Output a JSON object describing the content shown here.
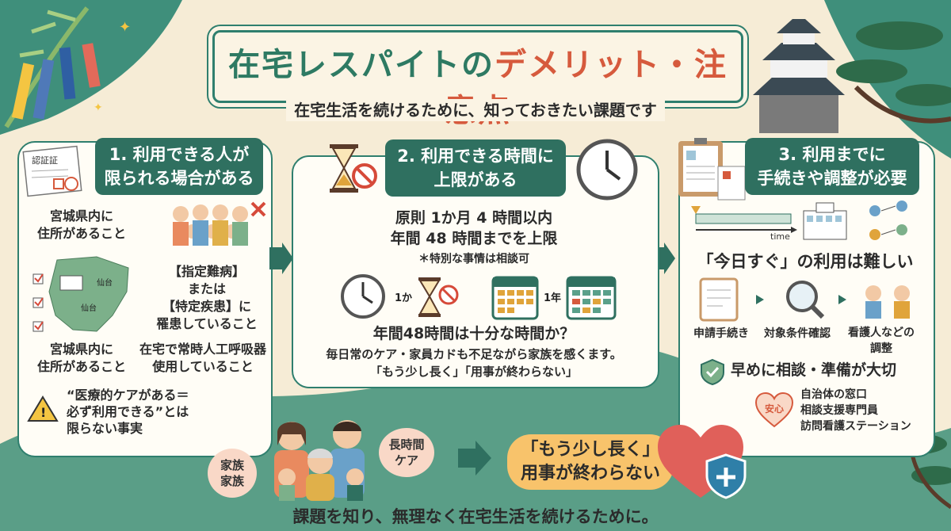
{
  "title": {
    "part1": "在宅レスパイトの",
    "part2": "デメリット・注意点"
  },
  "subtitle": "在宅生活を続けるために、知っておきたい課題です",
  "colors": {
    "accent": "#2f7060",
    "highlight": "#d65a3d",
    "background": "#f6ecd6"
  },
  "section1": {
    "header_line1": "1. 利用できる人が",
    "header_line2": "限られる場合がある",
    "cert_label": "認証証",
    "cond1_line1": "宮城県内に",
    "cond1_line2": "住所があること",
    "map_label1": "仙台",
    "map_label2": "仙台",
    "cond2_line1": "【指定難病】",
    "cond2_line2": "または",
    "cond2_line3": "【特定疾患】に",
    "cond2_line4": "罹患していること",
    "cond3_line1": "宮城県内に",
    "cond3_line2": "住所があること",
    "cond4_line1": "在宅で常時人工呼吸器",
    "cond4_line2": "使用していること",
    "note_line1": "“医療的ケアがある＝",
    "note_line2": "必ず利用できる”とは",
    "note_line3": "限らない事実"
  },
  "section2": {
    "header_line1": "2. 利用できる時間に",
    "header_line2": "上限がある",
    "rule_line1": "原則 1か月 4 時間以内",
    "rule_line2": "年間 48 時間までを上限",
    "rule_note": "＊特別な事情は相談可",
    "month_label": "1か",
    "year_label": "1年",
    "q_title": "年間48時間は十分な時間か？",
    "q_body": "毎日常のケア・家員カドも不足ながら家族を感くます。",
    "q_quote": "「もう少し長く」「用事が終わらない」"
  },
  "section3": {
    "header_line1": "3. 利用までに",
    "header_line2": "手続きや調整が必要",
    "time_label": "time",
    "headline": "「今日すぐ」の利用は難しい",
    "step1": "申請手続き",
    "step2": "対象条件確認",
    "step3_line1": "看護人などの",
    "step3_line2": "調整",
    "advice": "早めに相談・準備が大切",
    "badge": "安心",
    "contact1": "自治体の窓口",
    "contact2": "相談支援専門員",
    "contact3": "訪問看護ステーション"
  },
  "bottom": {
    "bubble1_line1": "家族",
    "bubble1_line2": "家族",
    "bubble2_line1": "長時間",
    "bubble2_line2": "ケア",
    "pill_line1": "「もう少し長く」",
    "pill_line2": "用事が終わらない"
  },
  "footer": "課題を知り、無理なく在宅生活を続けるために。"
}
